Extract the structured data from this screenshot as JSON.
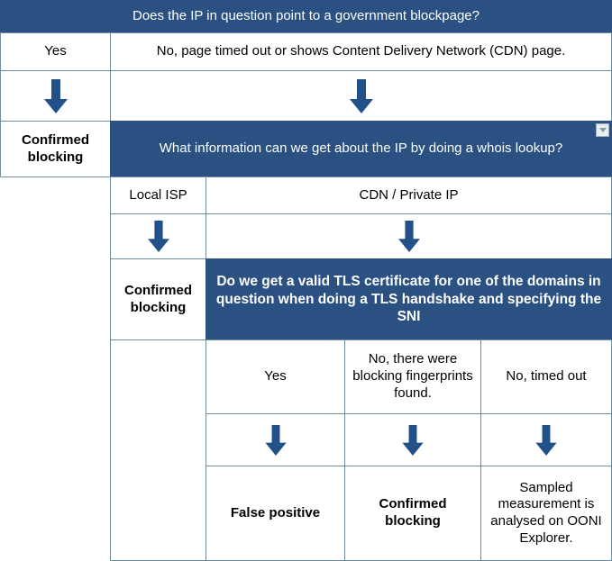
{
  "colors": {
    "header_blue": "#2a5182",
    "arrow_blue": "#22518a",
    "border": "#6f8c9b",
    "text": "#000000",
    "header_text": "#ffffff"
  },
  "flowchart": {
    "title": "OONI IP blocking analysis decision flow",
    "q1": {
      "text": "Does the IP in question point to a government blockpage?",
      "answers": {
        "yes": "Yes",
        "no": "No, page timed out or shows Content Delivery Network (CDN) page."
      },
      "outcome_yes": "Confirmed\nblocking"
    },
    "q2": {
      "text": "What information can we get about the IP by doing a whois lookup?",
      "answers": {
        "local_isp": "Local ISP",
        "cdn": "CDN / Private IP"
      },
      "outcome_local_isp": "Confirmed\nblocking"
    },
    "q3": {
      "text": "Do we get a valid TLS certificate for one of the domains in question when doing a TLS handshake and specifying the SNI",
      "answers": {
        "yes": "Yes",
        "fingerprints": "No, there were blocking fingerprints found.",
        "timeout": "No, timed out"
      },
      "outcomes": {
        "yes": "False positive",
        "fingerprints": "Confirmed\nblocking",
        "timeout": "Sampled measurement is analysed on OONI Explorer."
      }
    },
    "filter_button": "filter-dropdown",
    "arrow_label": "down-arrow"
  }
}
